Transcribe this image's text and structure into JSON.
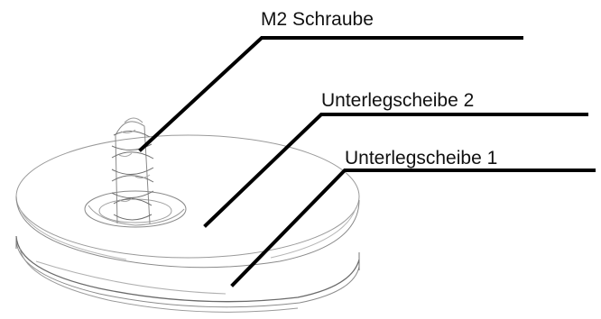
{
  "labels": {
    "screw": "M2 Schraube",
    "washer2": "Unterlegscheibe 2",
    "washer1": "Unterlegscheibe 1"
  },
  "colors": {
    "leader": "#000000",
    "sketch": "#7a7a7a",
    "text": "#111111"
  }
}
